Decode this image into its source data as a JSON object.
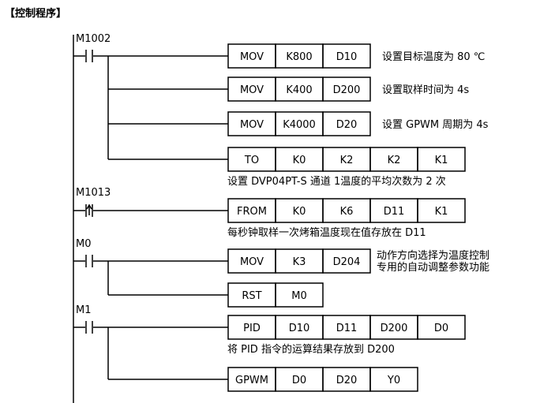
{
  "title": "【控制程序】",
  "rungs": [
    {
      "contact": {
        "label": "M1002",
        "type": "normally-open"
      },
      "instructions": [
        {
          "cells": [
            "MOV",
            "K800",
            "D10"
          ],
          "comment": "设置目标温度为 80 ℃"
        },
        {
          "cells": [
            "MOV",
            "K400",
            "D200"
          ],
          "comment": "设置取样时间为 4s"
        },
        {
          "cells": [
            "MOV",
            "K4000",
            "D20"
          ],
          "comment": "设置 GPWM 周期为 4s"
        },
        {
          "cells": [
            "TO",
            "K0",
            "K2",
            "K2",
            "K1"
          ],
          "comment": "设置 DVP04PT-S 通道 1温度的平均次数为 2 次"
        }
      ]
    },
    {
      "contact": {
        "label": "M1013",
        "type": "rising-edge"
      },
      "instructions": [
        {
          "cells": [
            "FROM",
            "K0",
            "K6",
            "D11",
            "K1"
          ],
          "comment": "每秒钟取样一次烤箱温度现在值存放在 D11"
        }
      ]
    },
    {
      "contact": {
        "label": "M0",
        "type": "normally-open"
      },
      "instructions": [
        {
          "cells": [
            "MOV",
            "K3",
            "D204"
          ],
          "comment": [
            "动作方向选择为温度控制",
            "专用的自动调整参数功能"
          ]
        },
        {
          "cells": [
            "RST",
            "M0"
          ],
          "comment": ""
        }
      ]
    },
    {
      "contact": {
        "label": "M1",
        "type": "normally-open"
      },
      "instructions": [
        {
          "cells": [
            "PID",
            "D10",
            "D11",
            "D200",
            "D0"
          ],
          "comment": "将 PID 指令的运算结果存放到 D200"
        },
        {
          "cells": [
            "GPWM",
            "D0",
            "D20",
            "Y0"
          ],
          "comment": ""
        }
      ]
    }
  ]
}
